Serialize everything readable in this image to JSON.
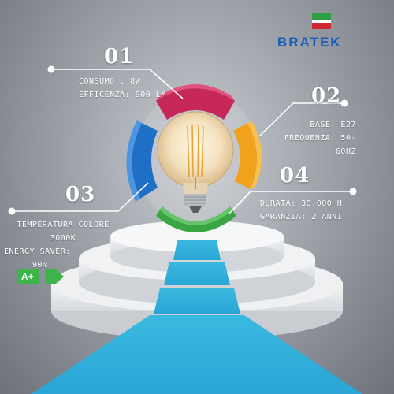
{
  "brand": {
    "name": "BRATEK",
    "flag_colors": [
      "#2f9e44",
      "#ffffff",
      "#d22630"
    ],
    "brand_color": "#1c5db8"
  },
  "features": [
    {
      "number": "01",
      "lines": [
        "CONSUMO : 8W",
        "EFFICENZA: 900 LM"
      ],
      "color": "#c7285a"
    },
    {
      "number": "02",
      "lines": [
        "BASE: E27",
        "FREQUENZA: 50-60HZ"
      ],
      "color": "#f0a21c"
    },
    {
      "number": "03",
      "lines": [
        "TEMPERATURA COLORE",
        "3000K",
        "ENERGY SAVER:",
        "90%"
      ],
      "color": "#1f6fc7"
    },
    {
      "number": "04",
      "lines": [
        "DURATA: 30.000 H",
        "GARANZIA: 2 ANNI"
      ],
      "color": "#3aa642"
    }
  ],
  "energy_badge": "A+"
}
